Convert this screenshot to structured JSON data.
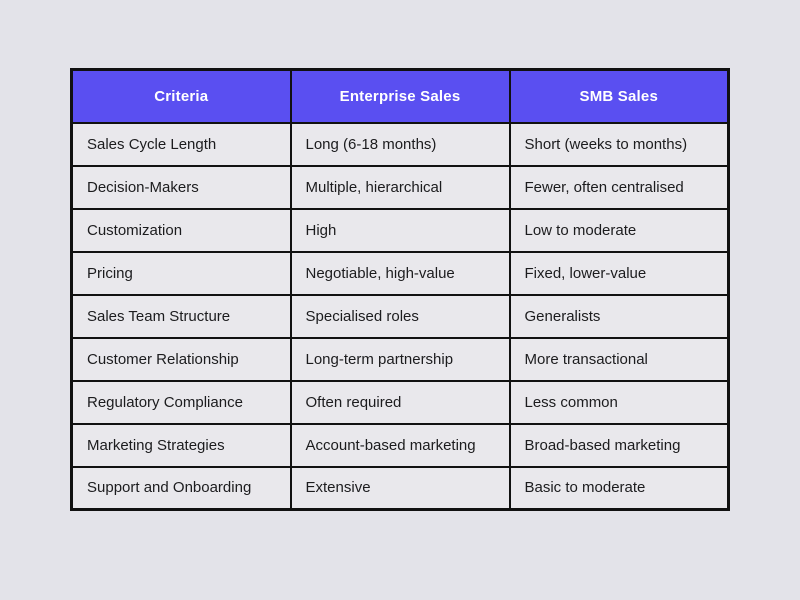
{
  "colors": {
    "page_bg": "#e3e3e9",
    "header_bg": "#5a4ff1",
    "header_text": "#ffffff",
    "cell_bg": "#e9e8ec",
    "border": "#111111",
    "body_text": "#1c1c1e"
  },
  "chart_data": {
    "type": "table",
    "columns": [
      "Criteria",
      "Enterprise Sales",
      "SMB Sales"
    ],
    "rows": [
      [
        "Sales Cycle Length",
        "Long (6-18 months)",
        "Short (weeks to months)"
      ],
      [
        "Decision-Makers",
        "Multiple, hierarchical",
        "Fewer, often centralised"
      ],
      [
        "Customization",
        "High",
        "Low to moderate"
      ],
      [
        "Pricing",
        "Negotiable, high-value",
        "Fixed, lower-value"
      ],
      [
        "Sales Team Structure",
        "Specialised roles",
        "Generalists"
      ],
      [
        "Customer Relationship",
        "Long-term partnership",
        "More transactional"
      ],
      [
        "Regulatory Compliance",
        "Often required",
        "Less common"
      ],
      [
        "Marketing Strategies",
        "Account-based marketing",
        "Broad-based marketing"
      ],
      [
        "Support and Onboarding",
        "Extensive",
        "Basic to moderate"
      ]
    ]
  }
}
